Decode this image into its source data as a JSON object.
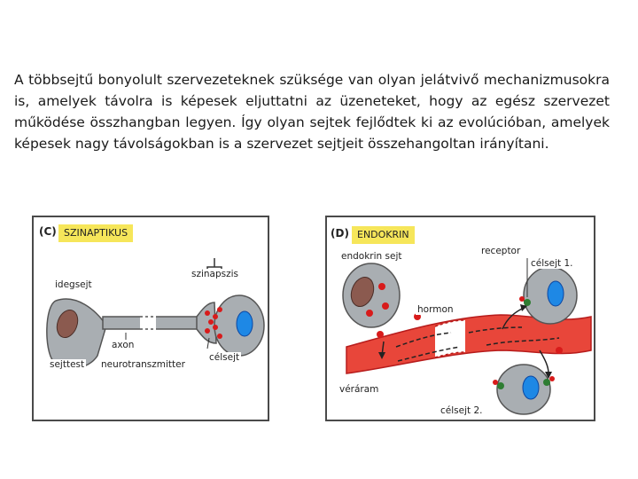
{
  "intro_text": "A többsejtű bonyolult szervezeteknek szüksége van olyan jelátvivő mechanizmusokra is, amelyek távolra is képesek eljuttatni az üzeneteket, hogy az egész szervezet működése összhangban legyen. Így olyan sejtek fejlődtek ki az evolúcióban, amelyek képesek nagy távolságokban is a szervezet sejtjeit összehangoltan irányítani.",
  "panel_c": {
    "tag": "(C)",
    "title": "SZINAPTIKUS",
    "labels": {
      "synapse": "szinapszis",
      "neuron": "idegsejt",
      "axon": "axon",
      "cell_body": "sejttest",
      "neurotransmitter": "neurotranszmitter",
      "target_cell": "célsejt"
    }
  },
  "panel_d": {
    "tag": "(D)",
    "title": "ENDOKRIN",
    "labels": {
      "endocrine_cell": "endokrin sejt",
      "receptor": "receptor",
      "target_cell_1": "célsejt 1.",
      "hormone": "hormon",
      "bloodstream": "véráram",
      "target_cell_2": "célsejt 2."
    }
  },
  "colors": {
    "cell_gray": "#a9aeb2",
    "nucleus_brown": "#8b5a4f",
    "nucleus_blue": "#1e88e5",
    "vessel_red": "#e8463a",
    "dot_red": "#d81b1b",
    "receptor_green": "#2e7d32",
    "pill_yellow": "#f6e65a"
  }
}
